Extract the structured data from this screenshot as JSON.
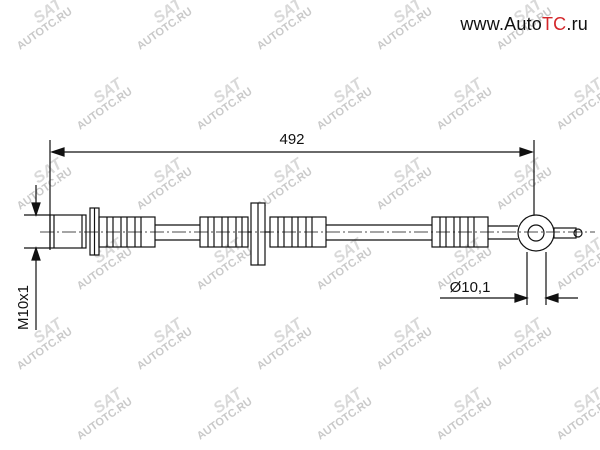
{
  "brand": {
    "prefix": "www.Auto",
    "highlight": "TC",
    "suffix": ".ru",
    "accent": "#d4262a"
  },
  "watermark": {
    "text": "AUTOTC.RU",
    "logo": "SAT"
  },
  "drawing": {
    "length_label": "492",
    "thread_label": "M10x1",
    "diameter_label": "Ø10,1"
  }
}
